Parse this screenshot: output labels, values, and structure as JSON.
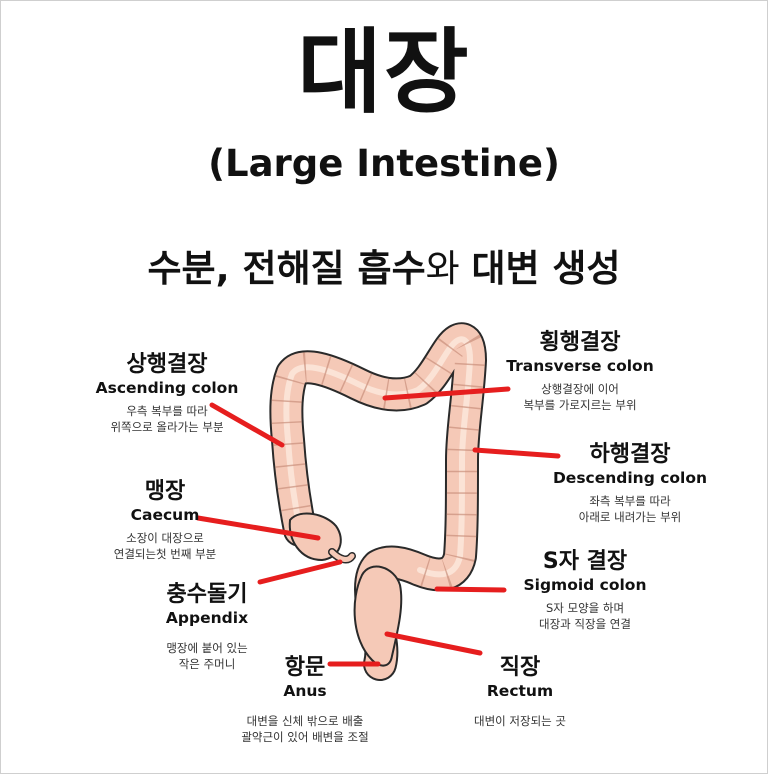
{
  "page": {
    "title": "대장",
    "subtitle": "(Large Intestine)",
    "headline": {
      "part1": "수분, 전해질 흡수",
      "part2": "와",
      "part3": "대변 생성"
    }
  },
  "labels": {
    "ascending": {
      "ko": "상행결장",
      "en": "Ascending colon",
      "desc1": "우측 복부를 따라",
      "desc2": "위쪽으로 올라가는 부분"
    },
    "transverse": {
      "ko": "횡행결장",
      "en": "Transverse colon",
      "desc1": "상행결장에 이어",
      "desc2": "복부를 가로지르는 부위"
    },
    "descending": {
      "ko": "하행결장",
      "en": "Descending colon",
      "desc1": "좌측 복부를 따라",
      "desc2": "아래로 내려가는 부위"
    },
    "caecum": {
      "ko": "맹장",
      "en": "Caecum",
      "desc1": "소장이 대장으로",
      "desc2": "연결되는첫 번째 부분"
    },
    "sigmoid": {
      "ko": "S자 결장",
      "en": "Sigmoid colon",
      "desc1": "S자 모양을 하며",
      "desc2": "대장과 직장을 연결"
    },
    "appendix": {
      "ko": "충수돌기",
      "en": "Appendix",
      "desc1": "맹장에 붙어 있는",
      "desc2": "작은 주머니"
    },
    "anus": {
      "ko": "항문",
      "en": "Anus",
      "desc1": "대변을 신체 밖으로 배출",
      "desc2": "괄약근이 있어 배변을 조절"
    },
    "rectum": {
      "ko": "직장",
      "en": "Rectum",
      "desc1": "대변이 저장되는 곳",
      "desc2": ""
    }
  },
  "colors": {
    "organ_fill": "#f5c9b7",
    "organ_outline": "#2a2a2a",
    "organ_highlight": "#fbe3d6",
    "pointer": "#e61e1e"
  }
}
